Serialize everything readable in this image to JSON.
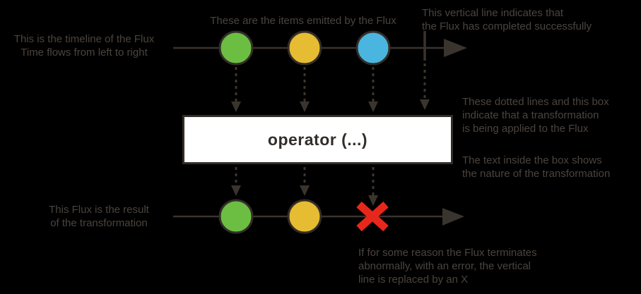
{
  "diagram": {
    "title_context": "Flux marble diagram legend",
    "annotations": {
      "timeline": "This is the timeline of the Flux\nTime flows from left to right",
      "items": "These are the items emitted by the Flux",
      "complete": "This vertical line indicates that\nthe Flux has completed successfully",
      "transformation": "These dotted lines and this box\nindicate that a transformation\nis being applied to the Flux",
      "box_text": "The text inside the box shows\nthe nature of the transformation",
      "result": "This Flux is the result\nof the transformation",
      "error": "If for some reason the Flux terminates\nabnormally, with an error, the vertical\nline is replaced by an X"
    },
    "operator_label": "operator (...)",
    "colors": {
      "background": "#000000",
      "item_green": "#6cbe43",
      "item_yellow": "#e6bc33",
      "item_blue": "#4ab6e0",
      "error_red": "#e8271c",
      "line_gray": "#3a342e",
      "annotation_text": "#4b443e",
      "operator_box_bg": "#ffffff",
      "operator_box_border": "#322d28"
    }
  }
}
